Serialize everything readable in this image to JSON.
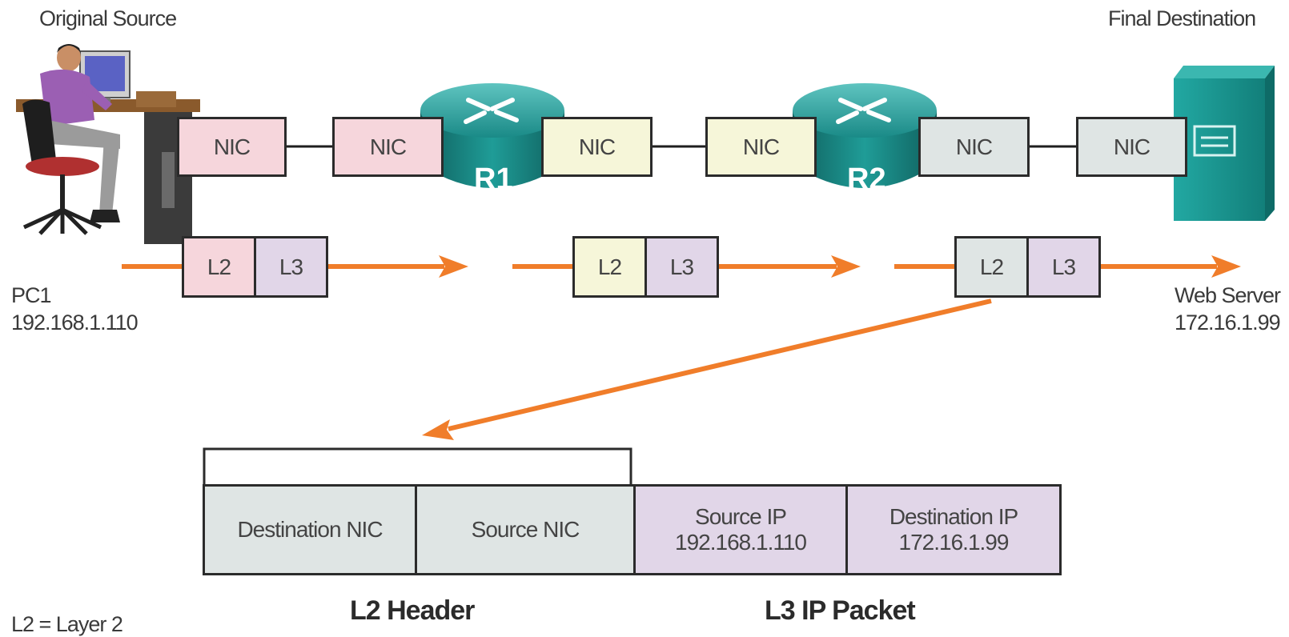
{
  "labels": {
    "original_source": "Original Source",
    "final_destination": "Final Destination",
    "pc1_name": "PC1",
    "pc1_ip": "192.168.1.110",
    "server_name": "Web Server",
    "server_ip": "172.16.1.99",
    "legend_partial": "L2 = Layer 2"
  },
  "routers": {
    "r1": "R1",
    "r2": "R2"
  },
  "nic_label": "NIC",
  "packet": {
    "l2": "L2",
    "l3": "L3"
  },
  "frame": {
    "dest_nic": "Destination NIC",
    "src_nic": "Source NIC",
    "src_ip_label": "Source IP",
    "src_ip_value": "192.168.1.110",
    "dst_ip_label": "Destination IP",
    "dst_ip_value": "172.16.1.99",
    "l2_caption": "L2 Header",
    "l3_caption": "L3 IP Packet"
  },
  "colors": {
    "arrow": "#f07d2a",
    "router": "#1a8a87",
    "server": "#1f9c97",
    "pink": "#f6d6dc",
    "yellow": "#f6f6d9",
    "gray": "#dfe5e4",
    "purple": "#e1d6e8"
  }
}
